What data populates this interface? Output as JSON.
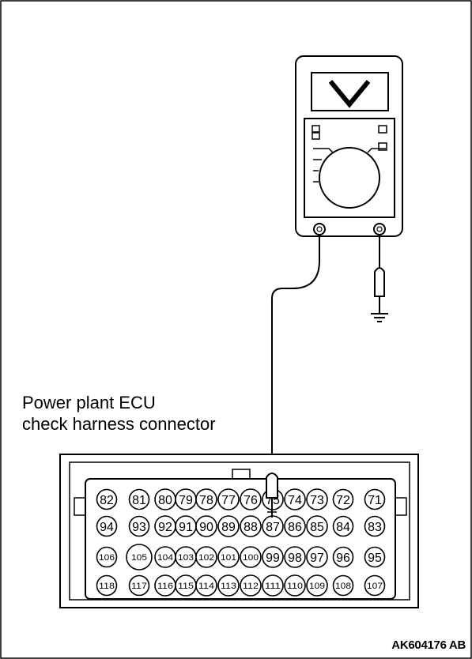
{
  "caption": {
    "line1": "Power plant ECU",
    "line2": "check harness connector"
  },
  "figure_code": "AK604176 AB",
  "meter": {
    "display_symbol": "V"
  },
  "connector": {
    "rows": [
      [
        "82",
        "81",
        "80",
        "79",
        "78",
        "77",
        "76",
        "75",
        "74",
        "73",
        "72",
        "71"
      ],
      [
        "94",
        "93",
        "92",
        "91",
        "90",
        "89",
        "88",
        "87",
        "86",
        "85",
        "84",
        "83"
      ],
      [
        "106",
        "105",
        "104",
        "103",
        "102",
        "101",
        "100",
        "99",
        "98",
        "97",
        "96",
        "95"
      ],
      [
        "118",
        "117",
        "116",
        "115",
        "114",
        "113",
        "112",
        "111",
        "110",
        "109",
        "108",
        "107"
      ]
    ],
    "probed_pin": "75"
  },
  "colors": {
    "line": "#000000",
    "background": "#ffffff"
  }
}
